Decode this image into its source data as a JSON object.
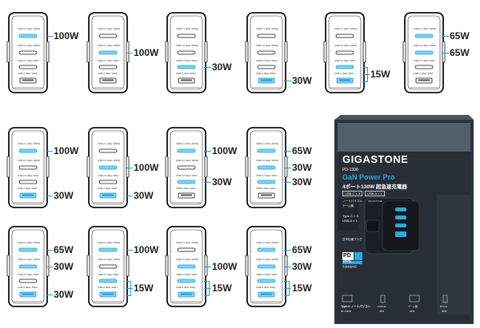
{
  "port_labels": {
    "usbc1": "USB-C1 (Max 100W)",
    "usbc2": "USB-C2 (Max 100W)",
    "usbc3": "USB-C3 (Max 30W)",
    "usba": "USB-A (Max 30W)"
  },
  "configs": [
    {
      "ports": [
        "usbc1"
      ],
      "watts": [
        "100W"
      ]
    },
    {
      "ports": [
        "usbc2"
      ],
      "watts": [
        "100W"
      ]
    },
    {
      "ports": [
        "usbc3"
      ],
      "watts": [
        "30W"
      ]
    },
    {
      "ports": [
        "usba"
      ],
      "watts": [
        "30W"
      ]
    },
    {
      "ports": [
        "usbc3",
        "usba"
      ],
      "watts": [
        "15W"
      ],
      "shared": true
    },
    {
      "ports": [
        "usbc1",
        "usbc2"
      ],
      "watts": [
        "65W",
        "65W"
      ]
    },
    {
      "ports": [
        "usbc1",
        "usba"
      ],
      "watts": [
        "100W",
        "30W"
      ]
    },
    {
      "ports": [
        "usbc2",
        "usba"
      ],
      "watts": [
        "100W",
        "30W"
      ]
    },
    {
      "ports": [
        "usbc1",
        "usbc3"
      ],
      "watts": [
        "100W",
        "30W"
      ]
    },
    {
      "ports": [
        "usbc1",
        "usbc2",
        "usbc3"
      ],
      "watts": [
        "65W",
        "30W",
        "30W"
      ]
    },
    {
      "ports": [
        "usbc1",
        "usbc2",
        "usba"
      ],
      "watts": [
        "65W",
        "30W",
        "30W"
      ]
    },
    {
      "ports": [
        "usbc1",
        "usbc3",
        "usba"
      ],
      "watts": [
        "100W",
        "15W"
      ],
      "shared_last": true
    },
    {
      "ports": [
        "usbc2",
        "usbc3",
        "usba"
      ],
      "watts": [
        "100W",
        "15W"
      ],
      "shared_last": true
    },
    {
      "ports": [
        "usbc1",
        "usbc2",
        "usbc3",
        "usba"
      ],
      "watts": [
        "65W",
        "30W",
        "15W"
      ],
      "shared_last": true
    }
  ],
  "package": {
    "brand": "GIGASTONE",
    "model": "PD-1308",
    "product_name": "GaN Power Pro",
    "subtitle": "4ポート130W 超急速充電器",
    "tag_left": "USB-C × 3",
    "tag_right": "USB-A × 1",
    "side_caption_1": "ノートパソコン",
    "side_caption_2": "ゲーム機",
    "port_note_1": "Type-C × 3",
    "port_note_2": "USB-A × 1",
    "port_note_3": "日本仕様プラグ",
    "charger_brand": "GIGASTONE",
    "badge_pd": "PD",
    "badge_pps": "PPS",
    "badge_sub": "急速充電対応",
    "bottom_label": "Type-C ノートパソコン",
    "bottom_sub": "65~100W",
    "dev_android": "Android",
    "dev_android_w": "45W",
    "dev_game": "ゲーム機",
    "dev_game_w": "20W",
    "dev_iphone": "iPhone",
    "dev_iphone_w": "30W",
    "colors": {
      "dark": "#1f2933",
      "accent": "#2aa8e0",
      "blue": "#4b6cb7"
    }
  }
}
